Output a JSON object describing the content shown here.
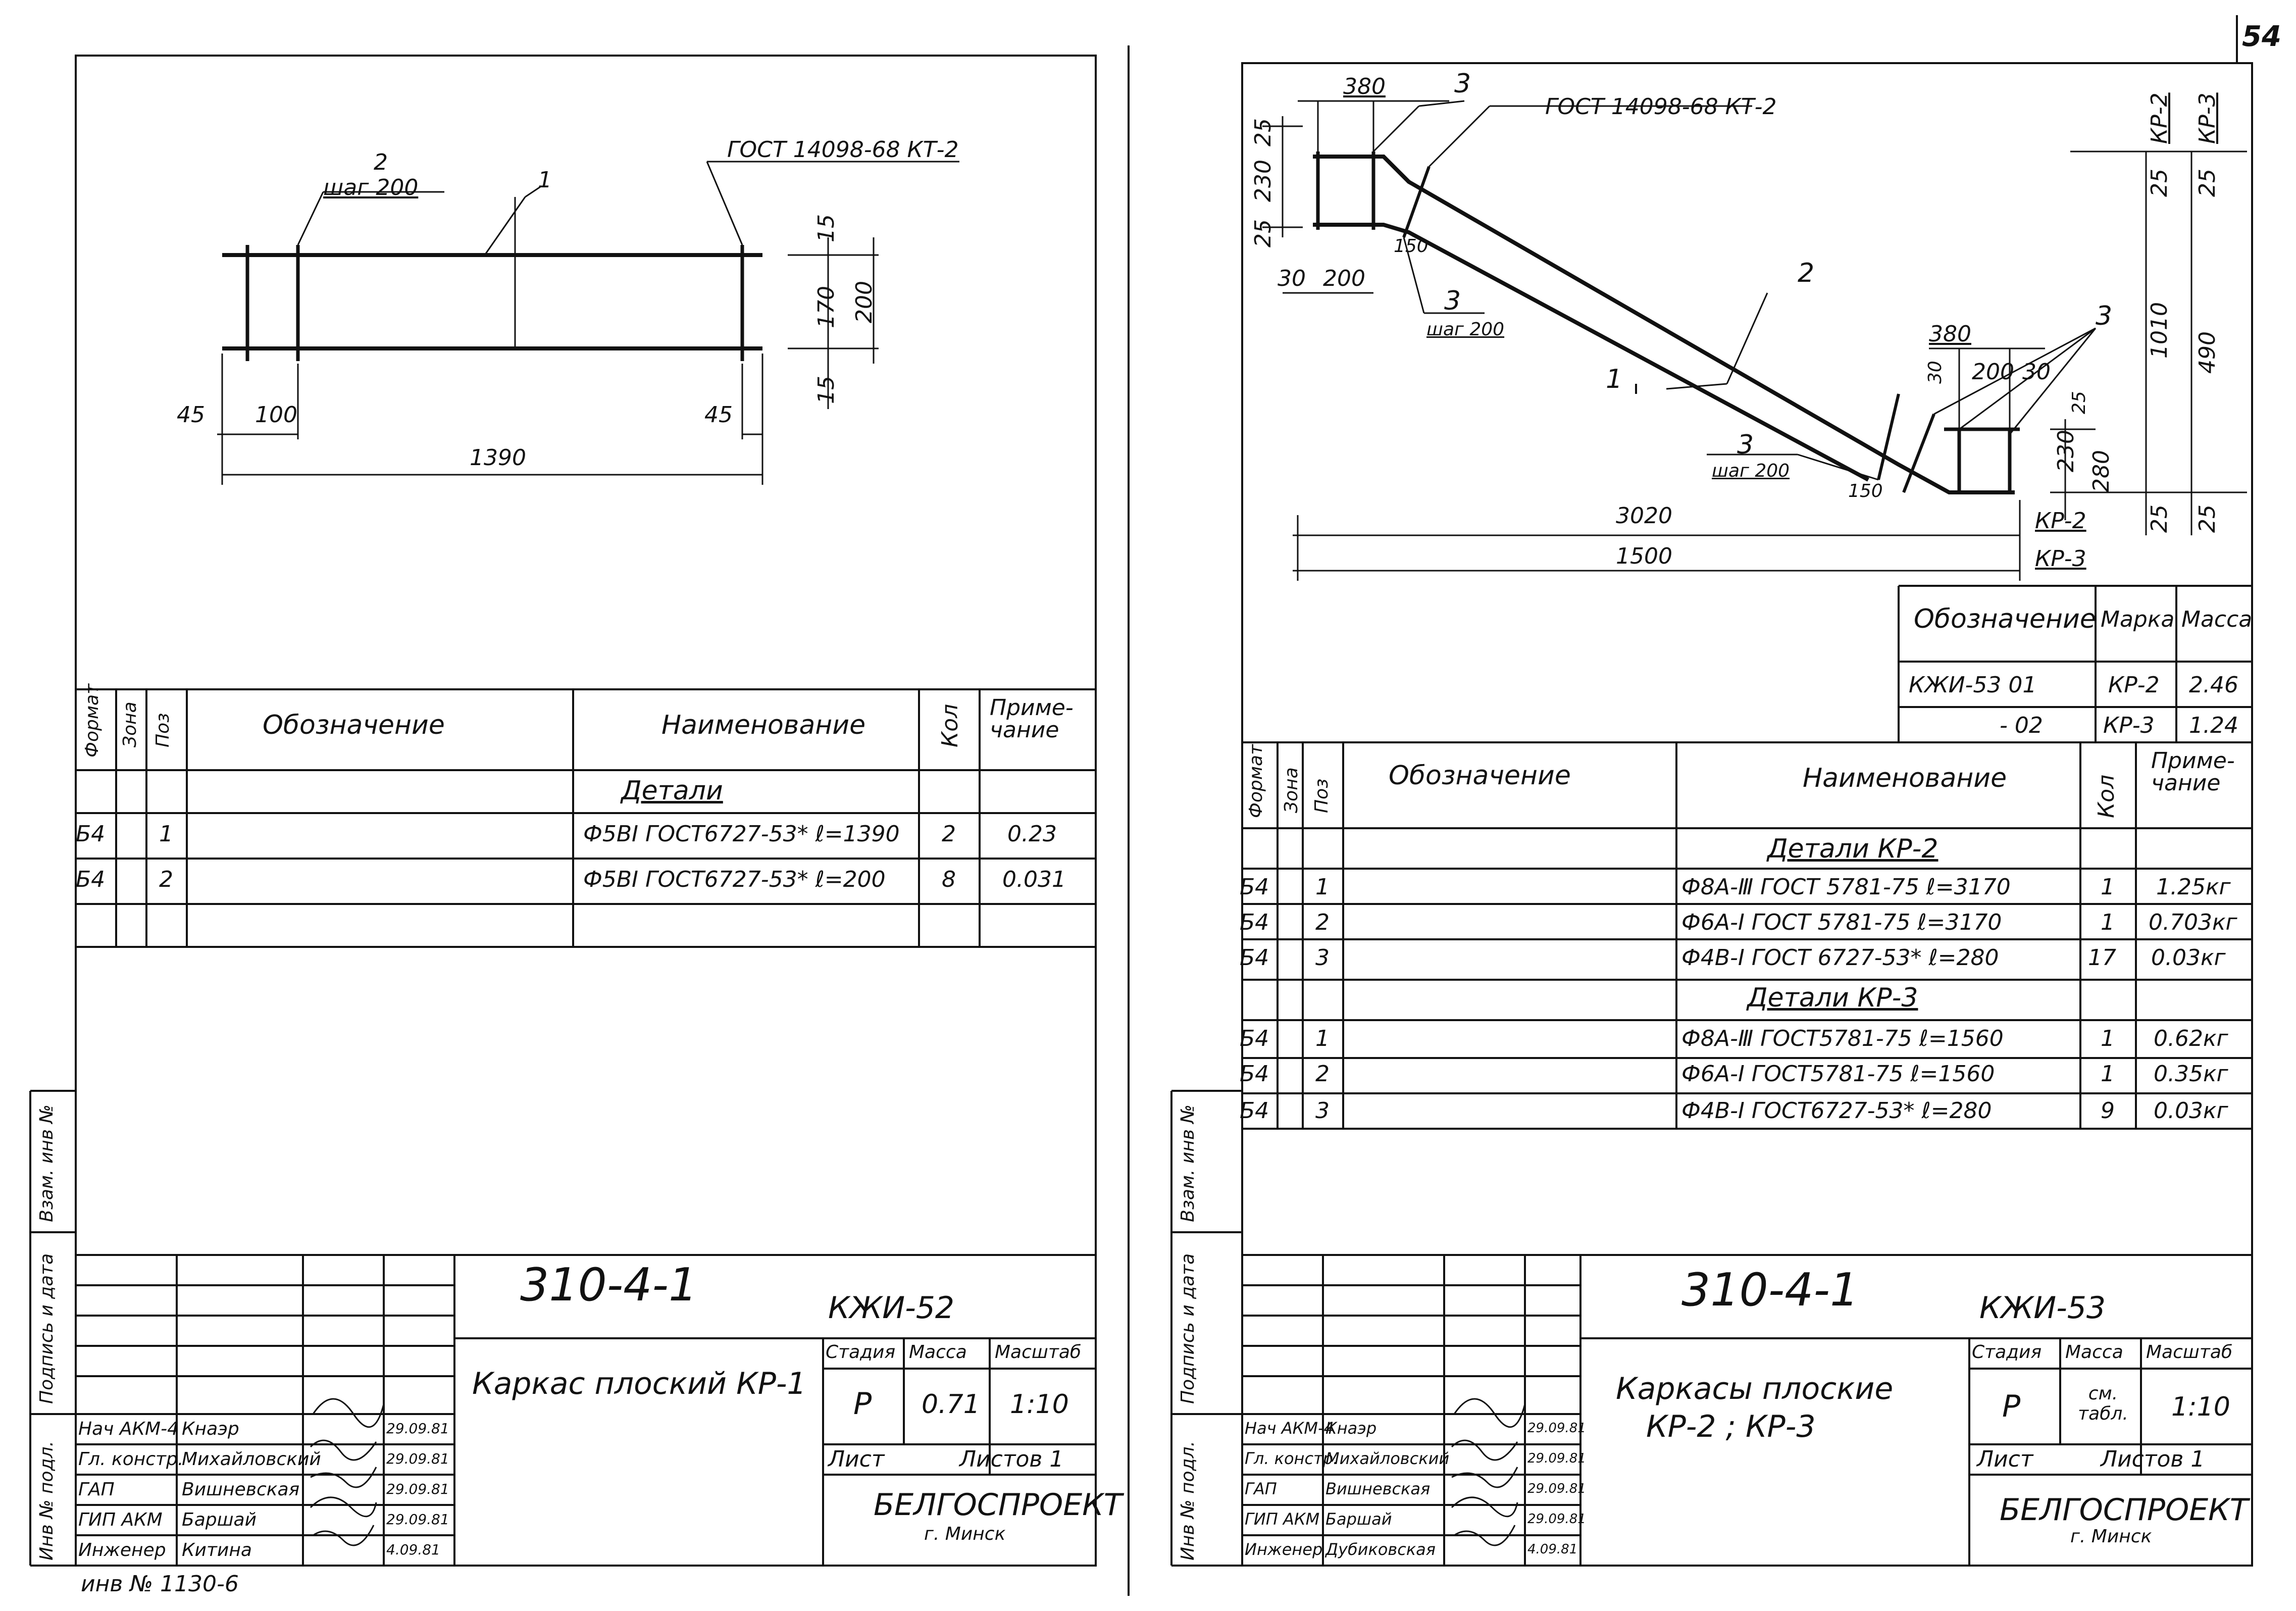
{
  "page_number": "54",
  "left": {
    "drawing": {
      "dim_2_label": "2",
      "dim_2_step": "шаг 200",
      "dim_1_label": "1",
      "gost_note": "ГОСТ 14098-68 КТ-2",
      "dim_15_top": "15",
      "dim_170": "170",
      "dim_200": "200",
      "dim_15_bottom": "15",
      "dim_45_left": "45",
      "dim_100": "100",
      "dim_45_right": "45",
      "dim_1390": "1390"
    },
    "spec": {
      "headers": [
        "Формат",
        "Зона",
        "Поз",
        "Обозначение",
        "Наименование",
        "Кол",
        "Приме-\nчание"
      ],
      "section": "Детали",
      "rows": [
        {
          "format": "Б4",
          "pos": "1",
          "name": "Ф5ВⅠ ГОСТ6727-53* ℓ=1390",
          "qty": "2",
          "note": "0.23"
        },
        {
          "format": "Б4",
          "pos": "2",
          "name": "Ф5ВⅠ ГОСТ6727-53* ℓ=200",
          "qty": "8",
          "note": "0.031"
        }
      ]
    },
    "title_block": {
      "code": "310-4-1",
      "sheet_code": "КЖИ-52",
      "title": "Каркас плоский КР-1",
      "stage_label": "Стадия",
      "mass_label": "Масса",
      "scale_label": "Масштаб",
      "stage": "Р",
      "mass": "0.71",
      "scale": "1:10",
      "sheet_label": "Лист",
      "sheets_label": "Листов 1",
      "org": "БЕЛГОСПРОЕКТ",
      "city": "г. Минск",
      "signers": [
        {
          "role": "Нач АКМ-4",
          "name": "Кнаэр",
          "date": "29.09.81"
        },
        {
          "role": "Гл. констр.",
          "name": "Михайловский",
          "date": "29.09.81"
        },
        {
          "role": "ГАП",
          "name": "Вишневская",
          "date": "29.09.81"
        },
        {
          "role": "ГИП АКМ",
          "name": "Баршай",
          "date": "29.09.81"
        },
        {
          "role": "Инженер",
          "name": "Китина",
          "date": "4.09.81"
        }
      ]
    },
    "side_labels": [
      "Инв № подл.",
      "Подпись и дата",
      "Взам. инв №"
    ],
    "inv_note": "инв № 1130-6"
  },
  "right": {
    "drawing": {
      "dim_380_top": "380",
      "label_3_top": "3",
      "gost_note": "ГОСТ 14098-68 КТ-2",
      "dim_25_a": "25",
      "dim_230_a": "230",
      "dim_25_b": "25",
      "dim_30_a": "30",
      "dim_200_a": "200",
      "dim_150_a": "150",
      "label_3_mid": "3",
      "step_mid": "шаг 200",
      "label_2": "2",
      "label_1": "1",
      "dim_380_b": "380",
      "dim_30_b": "30",
      "dim_200_b": "200",
      "dim_30_c": "30",
      "label_3_right": "3",
      "dim_25_c": "25",
      "dim_230_b": "230",
      "dim_280": "280",
      "label_3_bottom": "3",
      "step_bottom": "шаг 200",
      "dim_150_b": "150",
      "dim_3020": "3020",
      "dim_1500": "1500",
      "kr2_label": "КР-2",
      "kr3_label": "КР-3",
      "kr2_top": "КР-2",
      "kr3_top": "КР-3",
      "dim_25_d": "25",
      "dim_25_e": "25",
      "dim_1010": "1010",
      "dim_490": "490",
      "dim_25_f": "25",
      "dim_25_g": "25"
    },
    "marks_table": {
      "headers": [
        "Обозначение",
        "Марка",
        "Масса"
      ],
      "rows": [
        {
          "code": "КЖИ-53 01",
          "mark": "КР-2",
          "mass": "2.46"
        },
        {
          "code": "- 02",
          "mark": "КР-3",
          "mass": "1.24"
        }
      ]
    },
    "spec": {
      "headers": [
        "Формат",
        "Зона",
        "Поз",
        "Обозначение",
        "Наименование",
        "Кол",
        "Приме-\nчание"
      ],
      "section_1": "Детали КР-2",
      "rows_1": [
        {
          "format": "Б4",
          "pos": "1",
          "name": "Ф8А-Ⅲ ГОСТ 5781-75 ℓ=3170",
          "qty": "1",
          "note": "1.25кг"
        },
        {
          "format": "Б4",
          "pos": "2",
          "name": "Ф6А-Ⅰ ГОСТ 5781-75 ℓ=3170",
          "qty": "1",
          "note": "0.703кг"
        },
        {
          "format": "Б4",
          "pos": "3",
          "name": "Ф4В-Ⅰ ГОСТ 6727-53* ℓ=280",
          "qty": "17",
          "note": "0.03кг"
        }
      ],
      "section_2": "Детали КР-3",
      "rows_2": [
        {
          "format": "Б4",
          "pos": "1",
          "name": "Ф8А-Ⅲ ГОСТ5781-75 ℓ=1560",
          "qty": "1",
          "note": "0.62кг"
        },
        {
          "format": "Б4",
          "pos": "2",
          "name": "Ф6А-Ⅰ ГОСТ5781-75 ℓ=1560",
          "qty": "1",
          "note": "0.35кг"
        },
        {
          "format": "Б4",
          "pos": "3",
          "name": "Ф4В-Ⅰ ГОСТ6727-53* ℓ=280",
          "qty": "9",
          "note": "0.03кг"
        }
      ]
    },
    "title_block": {
      "code": "310-4-1",
      "sheet_code": "КЖИ-53",
      "title_1": "Каркасы плоские",
      "title_2": "КР-2 ; КР-3",
      "stage_label": "Стадия",
      "mass_label": "Масса",
      "scale_label": "Масштаб",
      "stage": "Р",
      "mass": "см. табл.",
      "scale": "1:10",
      "sheet_label": "Лист",
      "sheets_label": "Листов 1",
      "org": "БЕЛГОСПРОЕКТ",
      "city": "г. Минск",
      "signers": [
        {
          "role": "Нач АКМ-4",
          "name": "Кнаэр",
          "date": "29.09.81"
        },
        {
          "role": "Гл. констр.",
          "name": "Михайловский",
          "date": "29.09.81"
        },
        {
          "role": "ГАП",
          "name": "Вишневская",
          "date": "29.09.81"
        },
        {
          "role": "ГИП АКМ",
          "name": "Баршай",
          "date": "29.09.81"
        },
        {
          "role": "Инженер",
          "name": "Дубиковская",
          "date": "4.09.81"
        }
      ]
    },
    "side_labels": [
      "Инв № подл.",
      "Подпись и дата",
      "Взам. инв №"
    ]
  }
}
